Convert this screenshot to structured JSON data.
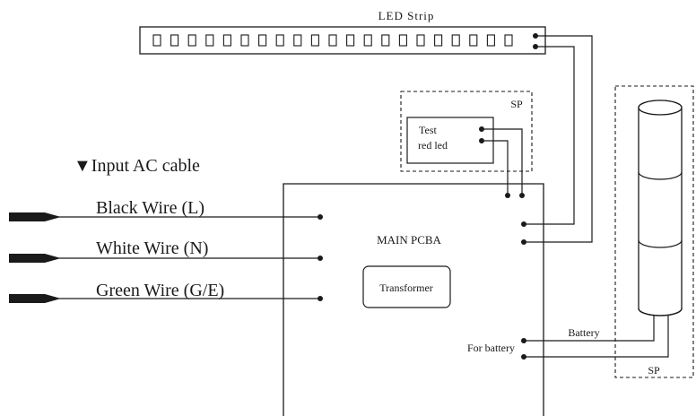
{
  "led_strip": {
    "label": "LED Strip",
    "cell_count": 21
  },
  "sp_top": {
    "label": "SP"
  },
  "test_led": {
    "line1": "Test",
    "line2": "red led"
  },
  "input_ac": {
    "label": "Input AC cable",
    "marker": "▼"
  },
  "wires": [
    {
      "label": "Black Wire (L)"
    },
    {
      "label": "White Wire (N)"
    },
    {
      "label": "Green Wire (G/E)"
    }
  ],
  "main_pcba": {
    "label": "MAIN PCBA"
  },
  "transformer": {
    "label": "Transformer"
  },
  "for_battery": {
    "label": "For battery"
  },
  "battery": {
    "label": "Battery"
  },
  "sp_right": {
    "label": "SP"
  },
  "colors": {
    "line": "#1a1a1a",
    "background": "#ffffff"
  }
}
